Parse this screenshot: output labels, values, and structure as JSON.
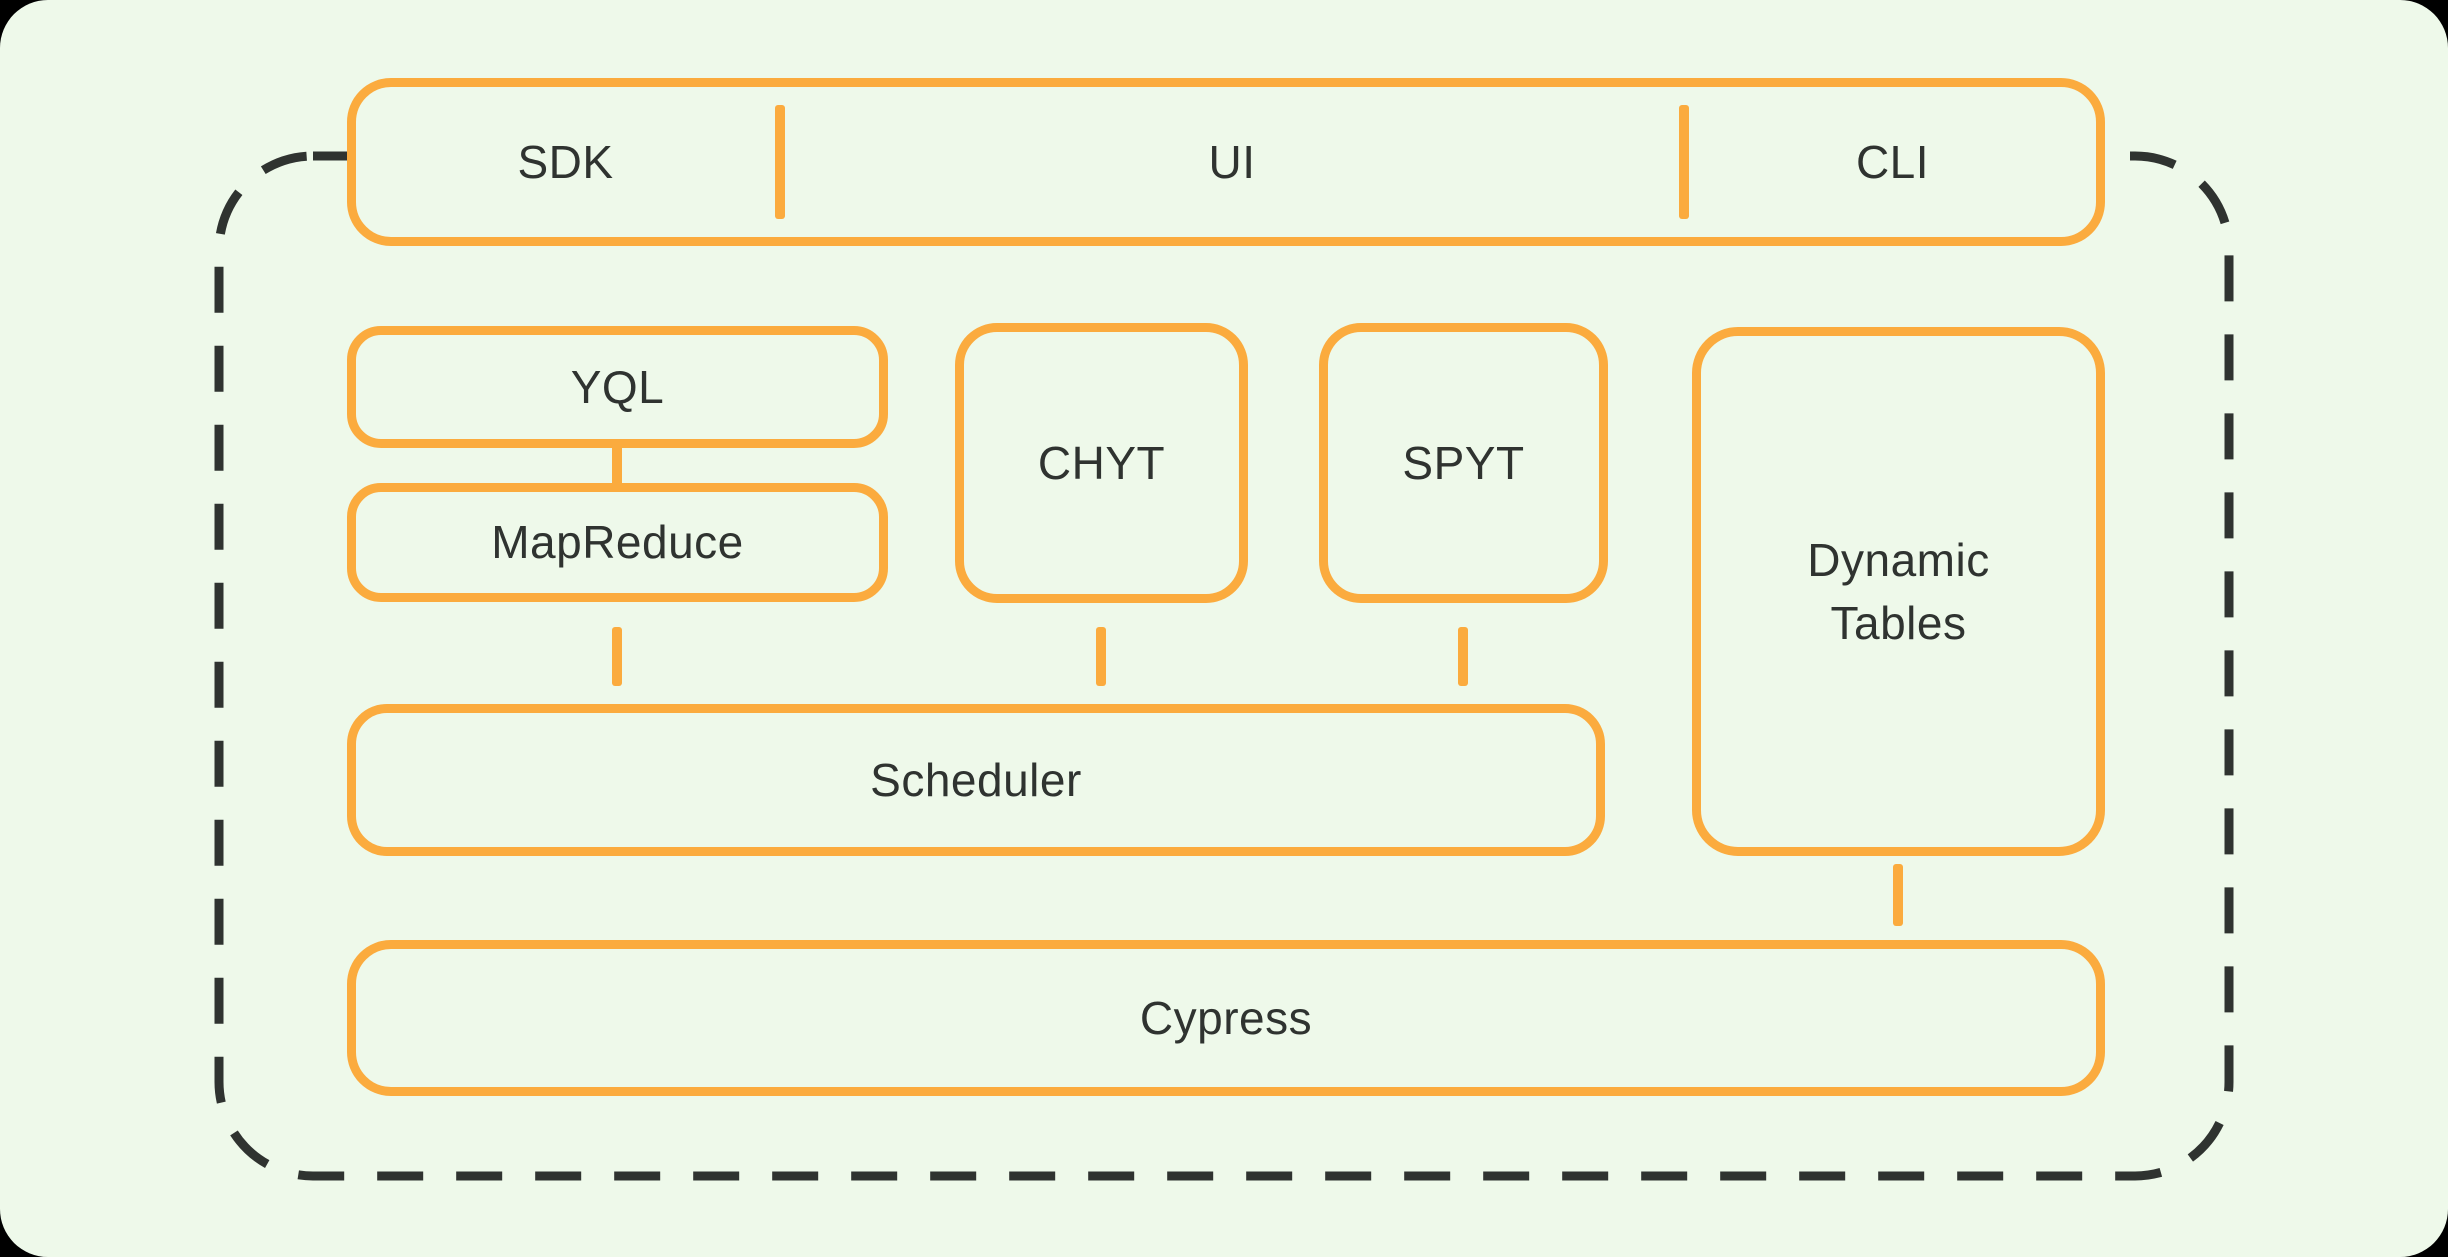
{
  "diagram": {
    "top_bar": {
      "items": [
        {
          "label": "SDK"
        },
        {
          "label": "UI"
        },
        {
          "label": "CLI"
        }
      ]
    },
    "nodes": {
      "yql": {
        "label": "YQL"
      },
      "mapreduce": {
        "label": "MapReduce"
      },
      "chyt": {
        "label": "CHYT"
      },
      "spyt": {
        "label": "SPYT"
      },
      "dynamic_tables": {
        "label": "Dynamic Tables"
      },
      "scheduler": {
        "label": "Scheduler"
      },
      "cypress": {
        "label": "Cypress"
      }
    },
    "colors": {
      "outer_background": "#000000",
      "canvas_background": "#eef9ea",
      "accent_orange": "#fbab3e",
      "line_dark": "#2f3330"
    }
  }
}
